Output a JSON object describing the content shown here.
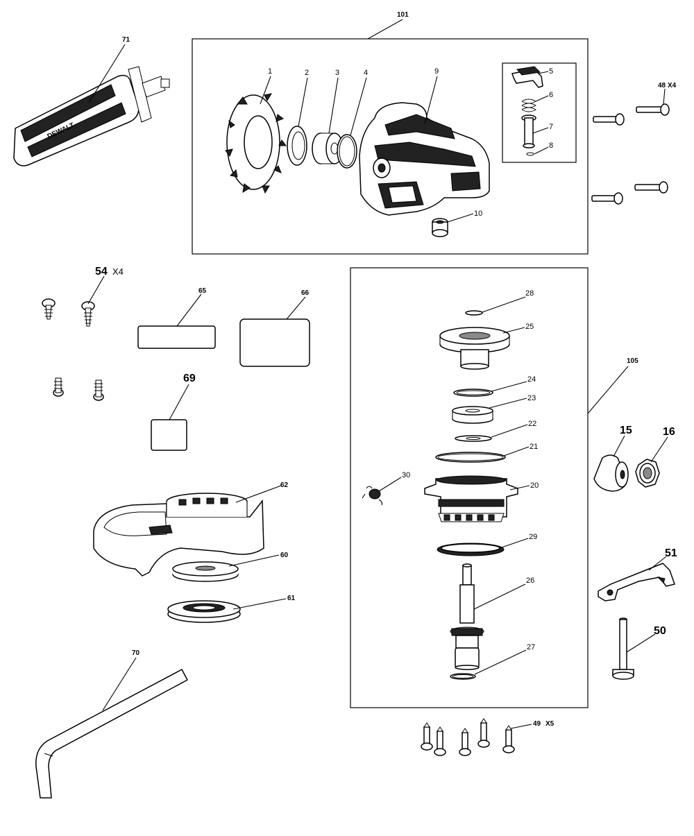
{
  "diagram": {
    "assemblies": {
      "a101": "101",
      "a105": "105"
    },
    "labels": {
      "p1": "1",
      "p2": "2",
      "p3": "3",
      "p4": "4",
      "p5": "5",
      "p6": "6",
      "p7": "7",
      "p8": "8",
      "p9": "9",
      "p10": "10",
      "p15": "15",
      "p16": "16",
      "p20": "20",
      "p21": "21",
      "p22": "22",
      "p23": "23",
      "p24": "24",
      "p25": "25",
      "p26": "26",
      "p27": "27",
      "p28": "28",
      "p29": "29",
      "p30": "30",
      "p48": "48",
      "p48qty": "X4",
      "p49": "49",
      "p49qty": "X5",
      "p50": "50",
      "p51": "51",
      "p54": "54",
      "p54qty": "X4",
      "p60": "60",
      "p61": "61",
      "p62": "62",
      "p65": "65",
      "p66": "66",
      "p69": "69",
      "p70": "70",
      "p71": "71"
    },
    "brand": "DEWALT"
  }
}
